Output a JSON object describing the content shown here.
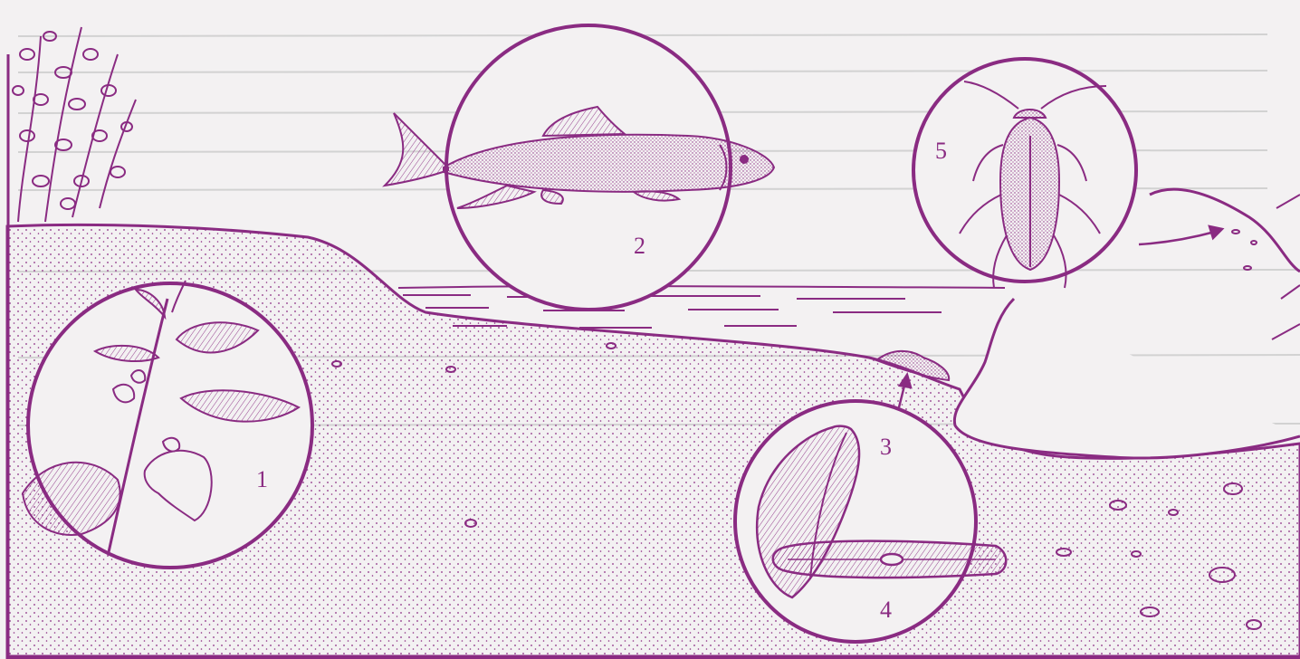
{
  "colors": {
    "ink": "#8a2b82",
    "paper": "#f3f1f2",
    "stipple": "#b07aa9",
    "bg_print": "#cfcfcf"
  },
  "labels": {
    "one": "1",
    "two": "2",
    "three": "3",
    "four": "4",
    "five": "5"
  },
  "icons": {
    "plant": "jewelweed-plant-icon",
    "fish": "minnow-fish-icon",
    "diatom_a": "diatom-cymbella-icon",
    "diatom_b": "diatom-navicula-icon",
    "bug": "water-bug-icon"
  }
}
